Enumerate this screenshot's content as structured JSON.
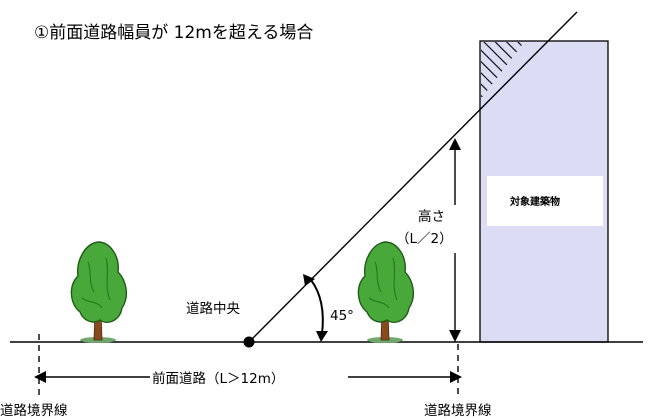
{
  "title": "①前面道路幅員が 12mを超える場合",
  "labels": {
    "building": "対象建築物",
    "height_line1": "高さ",
    "height_line2": "（L／2）",
    "road_center": "道路中央",
    "angle": "45°",
    "road_width": "前面道路（L＞12m）",
    "boundary_left": "道路境界線",
    "boundary_right": "道路境界線"
  },
  "colors": {
    "building_fill": "#dcdcf4",
    "tree_green": "#44a332",
    "tree_dark": "#2b7a22",
    "trunk": "#8b4a1c",
    "line": "#000000"
  },
  "icons": [
    "tree-icon",
    "tree-icon",
    "center-point-icon",
    "angle-arc-icon"
  ]
}
